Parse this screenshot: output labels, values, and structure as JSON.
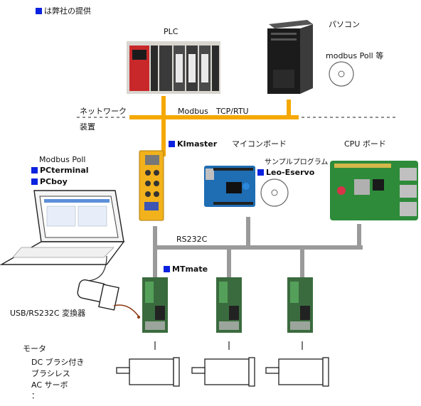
{
  "legend": {
    "text": "は弊社の提供",
    "marker_color": "#0a22e0"
  },
  "labels": {
    "plc": "PLC",
    "pc": "パソコン",
    "pc_software": "modbus Poll 等",
    "network_line1": "ネットワーク",
    "network_line2": "装置",
    "network_protocol": "Modbus　TCP/RTU",
    "microcontroller_board": "マイコンボード",
    "cpu_board": "CPU ボード",
    "sample_program": "サンプルプログラム",
    "laptop_software": "Modbus Poll",
    "rs232c_bus": "RS232C",
    "usb_converter": "USB/RS232C 変換器",
    "motor_heading": "モータ",
    "motor_types": [
      "DC ブラシ付き",
      "ブラシレス",
      "AC サーボ",
      "："
    ]
  },
  "products": {
    "kimaster": "KImaster",
    "leo_eservo": "Leo-Eservo",
    "pcterminal": "PCterminal",
    "pcboy": "PCboy",
    "mtmate": "MTmate"
  },
  "colors": {
    "network_bus": "#f5a800",
    "serial_bus": "#9a9a9a",
    "product_marker": "#0a22e0",
    "kimaster_body": "#f2b21c",
    "arduino_board": "#1f6db3",
    "raspberry_board": "#2e8b3a",
    "plc_red": "#c8282a"
  },
  "icons": [
    "plc-photo",
    "desktop-pc",
    "cd-disc",
    "kimaster-device",
    "arduino-board",
    "raspberry-pi-board",
    "laptop",
    "usb-serial-converter",
    "motor-driver",
    "servo-motor"
  ]
}
